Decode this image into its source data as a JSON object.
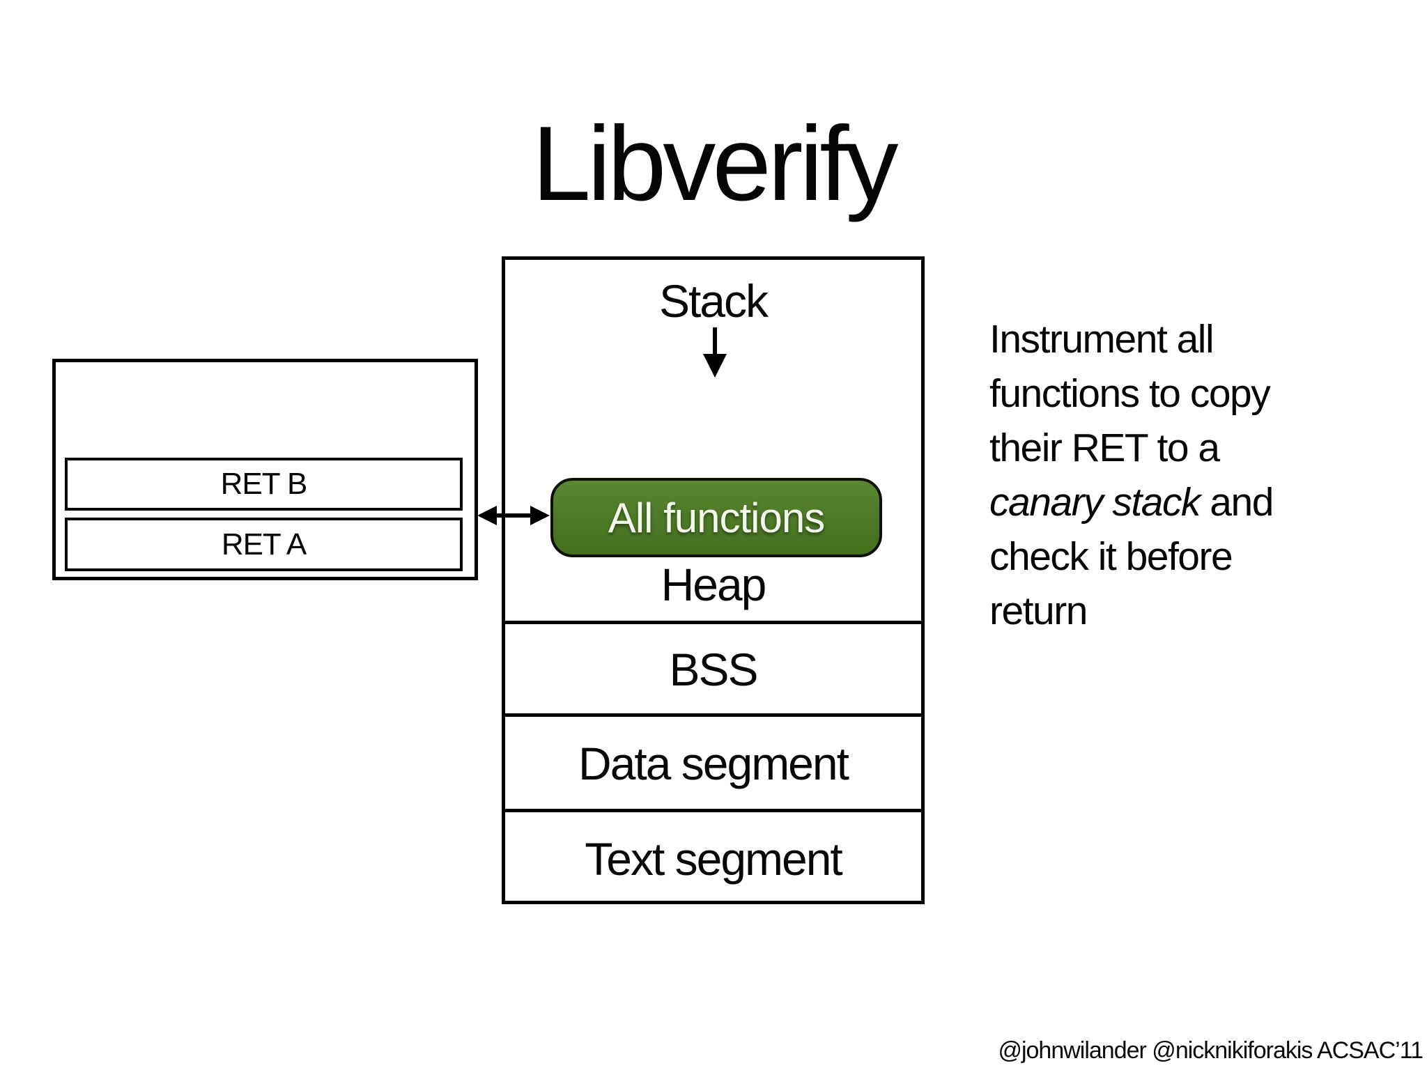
{
  "slide": {
    "title": "Libverify",
    "footer": "@johnwilander @nicknikiforakis ACSAC’11"
  },
  "memory_map": {
    "stack_label": "Stack",
    "all_functions_label": "All functions",
    "heap_label": "Heap",
    "bss_label": "BSS",
    "data_label": "Data segment",
    "text_label": "Text segment"
  },
  "canary_stack": {
    "ret_b_label": "RET B",
    "ret_a_label": "RET A"
  },
  "annotation": {
    "line1": "Instrument all",
    "line2": "functions to copy",
    "line3": "their RET to a",
    "line4_italic": "canary stack",
    "line4_rest": " and",
    "line5": "check it before",
    "line6": "return"
  },
  "colors": {
    "pill_green": "#4e7a28",
    "pill_border": "#0b1205",
    "line_black": "#000000"
  }
}
